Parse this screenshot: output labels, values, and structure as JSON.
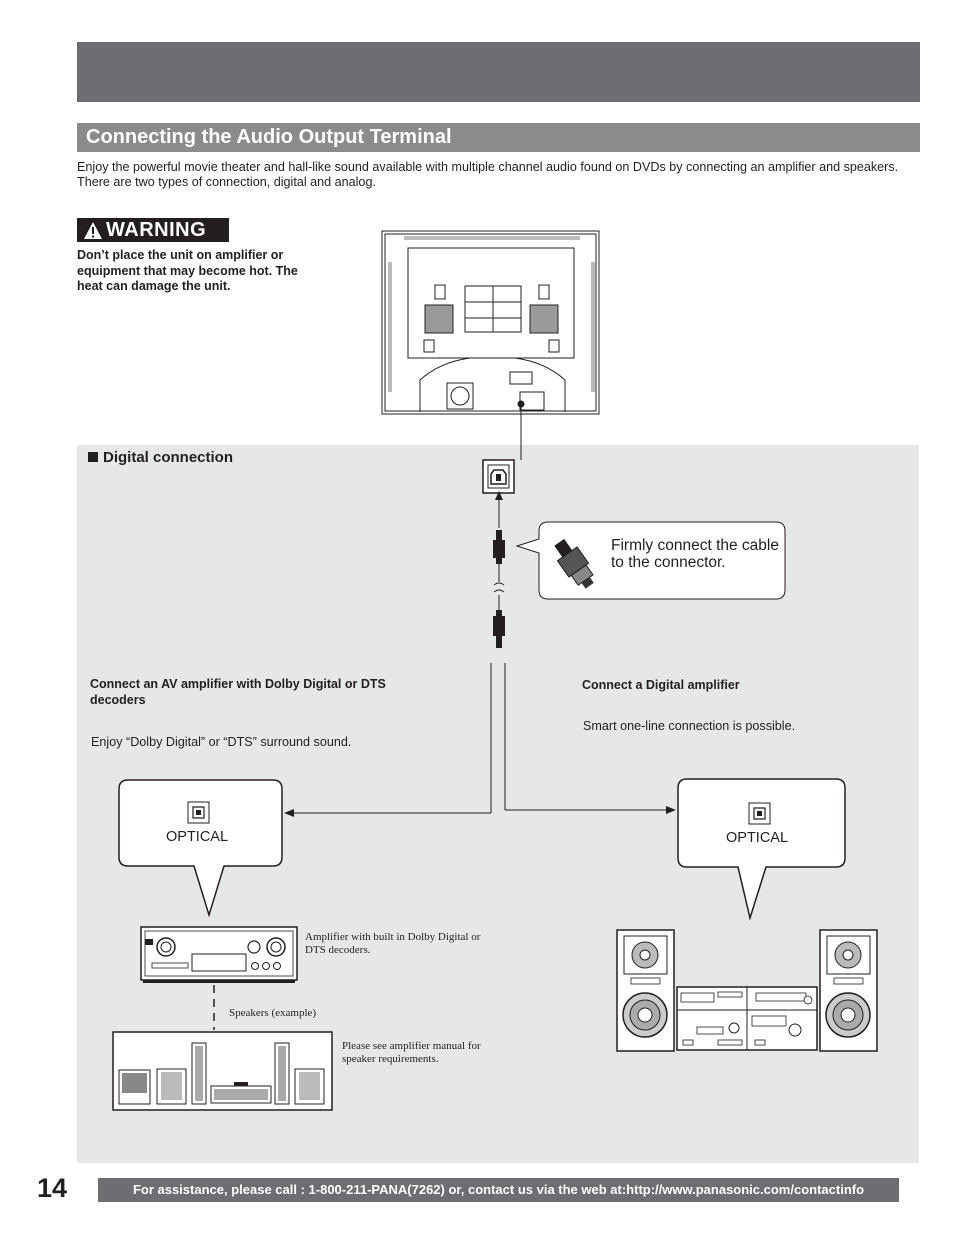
{
  "header": {
    "section_title": "Connecting the Audio Output Terminal",
    "intro": "Enjoy the powerful movie theater and hall-like sound available with multiple channel audio found on DVDs by connecting an amplifier and speakers. There are two types of connection, digital and analog."
  },
  "warning": {
    "badge": "WARNING",
    "text": "Don’t place the unit on amplifier or equipment that may become hot. The heat can damage the unit."
  },
  "digital": {
    "heading": "Digital connection",
    "callout": "Firmly connect the cable to the connector.",
    "left_heading": "Connect an AV amplifier with Dolby Digital or DTS decoders",
    "left_desc": "Enjoy “Dolby Digital” or “DTS” surround sound.",
    "right_heading": "Connect a Digital amplifier",
    "right_desc": "Smart one-line connection is possible.",
    "optical_left": "OPTICAL",
    "optical_right": "OPTICAL",
    "amp_note": "Amplifier with built in Dolby Digital or DTS decoders.",
    "speakers_note": "Speakers (example)",
    "manual_note": "Please see amplifier manual for speaker requirements."
  },
  "footer": {
    "page_number": "14",
    "assistance": "For assistance, please call : 1-800-211-PANA(7262) or, contact us via the web at:http://www.panasonic.com/contactinfo"
  },
  "colors": {
    "header_bar": "#6d6e71",
    "section_bar": "#8a8b8d",
    "panel": "#e6e7e8",
    "text": "#231f20"
  }
}
